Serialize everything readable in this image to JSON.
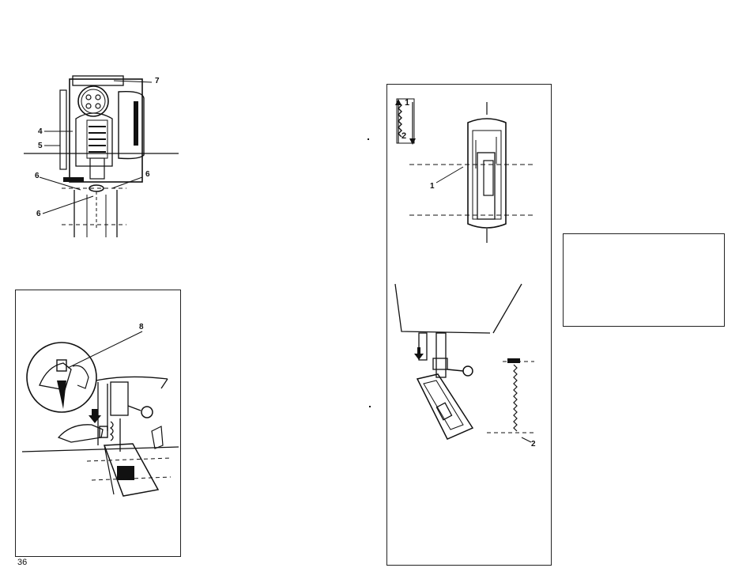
{
  "page": {
    "number": "36"
  },
  "fig_top_left": {
    "labels": {
      "l7": "7",
      "l4": "4",
      "l5": "5",
      "l6a": "6",
      "l6b": "6",
      "l6c": "6"
    }
  },
  "fig_bottom_left": {
    "labels": {
      "l8": "8"
    }
  },
  "fig_right": {
    "labels": {
      "l1": "1",
      "l2": "2",
      "icon1": "1",
      "icon2": "2"
    }
  },
  "colors": {
    "ink": "#111111",
    "paper": "#ffffff"
  }
}
